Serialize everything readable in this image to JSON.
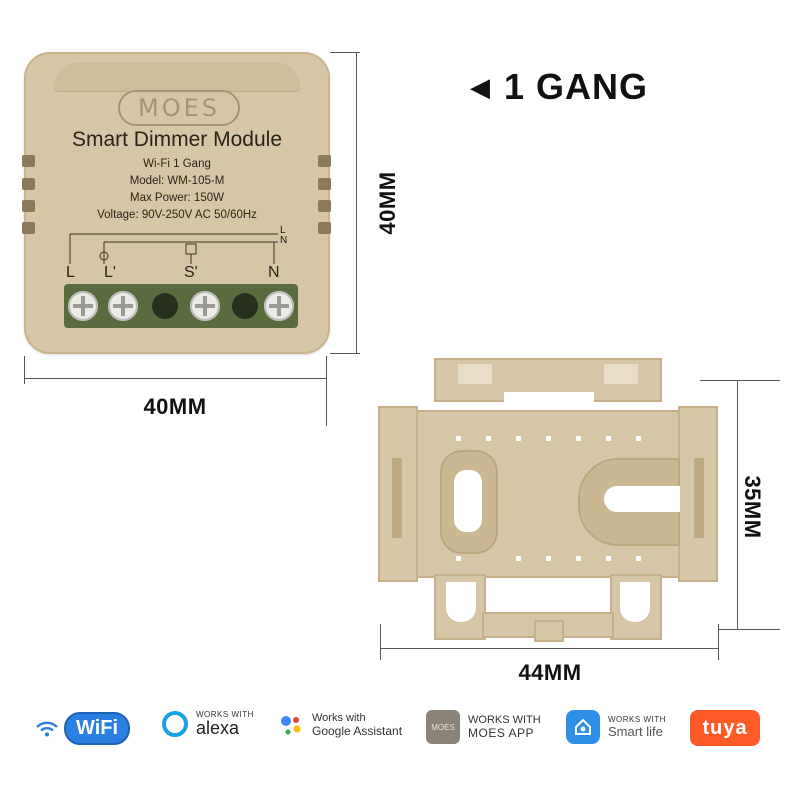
{
  "header": {
    "gang_arrow": "◀",
    "gang_label": "1 GANG"
  },
  "module": {
    "logo": "MOES",
    "title": "Smart Dimmer Module",
    "specs": [
      "Wi-Fi 1 Gang",
      "Model: WM-105-M",
      "Max Power: 150W",
      "Voltage: 90V-250V AC 50/60Hz"
    ],
    "wire_labels": [
      "L",
      "N"
    ],
    "terminals": [
      "L",
      "L'",
      "S'",
      "N"
    ]
  },
  "dimensions": {
    "module_width": "40MM",
    "module_height": "40MM",
    "bracket_width": "44MM",
    "bracket_height": "35MM"
  },
  "badges": {
    "wifi": "WiFi",
    "alexa": {
      "top": "WORKS WITH",
      "main": "alexa"
    },
    "google": {
      "top": "Works with",
      "main": "Google Assistant"
    },
    "moes": {
      "icon_text": "MOES",
      "top": "WORKS WITH",
      "main": "MOES APP"
    },
    "smartlife": {
      "top": "WORKS WITH",
      "main": "Smart life"
    },
    "tuya": "tuya"
  },
  "colors": {
    "module_beige": "#d7c6a6",
    "terminal_green": "#5a6b3e",
    "wifi_blue": "#2b7fe0",
    "alexa_blue": "#1aa1e2",
    "tuya_orange": "#ff5a28"
  }
}
